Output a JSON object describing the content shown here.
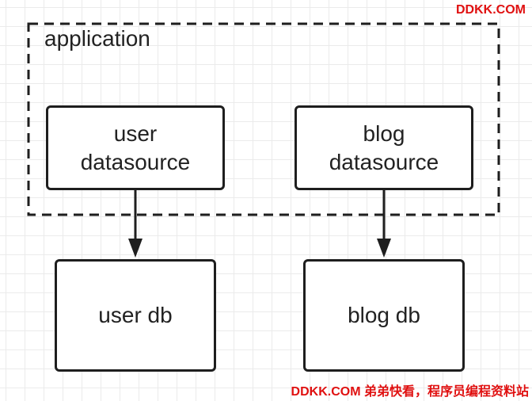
{
  "watermarks": {
    "top": "DDKK.COM",
    "bottom": "DDKK.COM 弟弟快看，程序员编程资料站"
  },
  "container": {
    "label": "application"
  },
  "nodes": {
    "user_datasource": {
      "line1": "user",
      "line2": "datasource"
    },
    "blog_datasource": {
      "line1": "blog",
      "line2": "datasource"
    },
    "user_db": {
      "label": "user db"
    },
    "blog_db": {
      "label": "blog db"
    }
  },
  "colors": {
    "stroke": "#1e1e1e",
    "watermark": "#e01010"
  }
}
